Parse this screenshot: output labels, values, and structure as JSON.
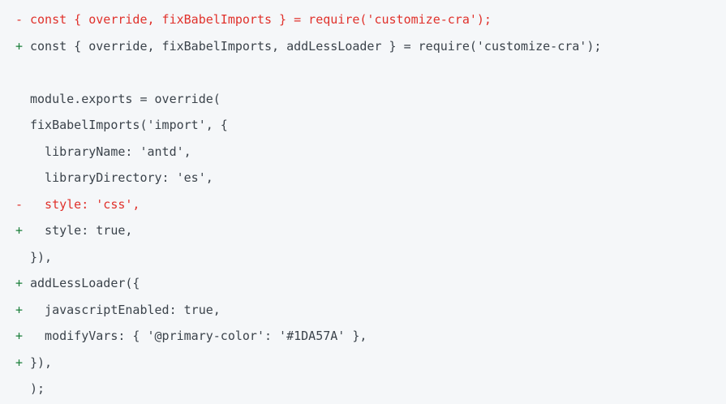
{
  "code": {
    "lines": [
      {
        "marker": "-",
        "text": "const { override, fixBabelImports } = require('customize-cra');",
        "kind": "removed"
      },
      {
        "marker": "+",
        "text": "const { override, fixBabelImports, addLessLoader } = require('customize-cra');",
        "kind": "added"
      },
      {
        "marker": "",
        "text": "",
        "kind": "context"
      },
      {
        "marker": "",
        "text": "module.exports = override(",
        "kind": "context"
      },
      {
        "marker": "",
        "text": "fixBabelImports('import', {",
        "kind": "context"
      },
      {
        "marker": "",
        "text": "  libraryName: 'antd',",
        "kind": "context"
      },
      {
        "marker": "",
        "text": "  libraryDirectory: 'es',",
        "kind": "context"
      },
      {
        "marker": "-",
        "text": "  style: 'css',",
        "kind": "removed"
      },
      {
        "marker": "+",
        "text": "  style: true,",
        "kind": "added"
      },
      {
        "marker": "",
        "text": "}),",
        "kind": "context"
      },
      {
        "marker": "+",
        "text": "addLessLoader({",
        "kind": "added"
      },
      {
        "marker": "+",
        "text": "  javascriptEnabled: true,",
        "kind": "added"
      },
      {
        "marker": "+",
        "text": "  modifyVars: { '@primary-color': '#1DA57A' },",
        "kind": "added"
      },
      {
        "marker": "+",
        "text": "}),",
        "kind": "added"
      },
      {
        "marker": "",
        "text": ");",
        "kind": "context"
      }
    ],
    "colors": {
      "background": "#f5f7f9",
      "removed": "#e0312b",
      "added_marker": "#1a7f3a",
      "text": "#3b434b"
    }
  }
}
